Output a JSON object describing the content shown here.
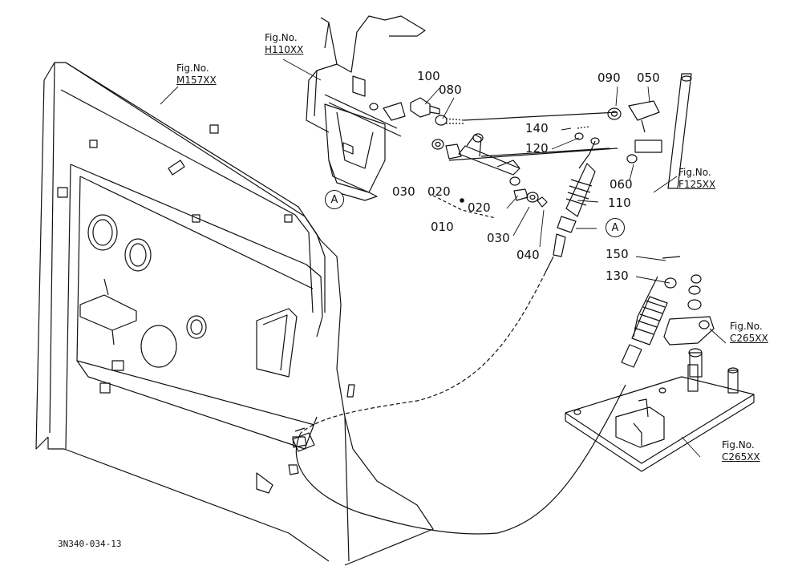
{
  "parts": {
    "p010": "010",
    "p020a": "020",
    "p020b": "020",
    "p030a": "030",
    "p030b": "030",
    "p040": "040",
    "p050": "050",
    "p060": "060",
    "p080": "080",
    "p090": "090",
    "p100": "100",
    "p110": "110",
    "p120": "120",
    "p130": "130",
    "p140": "140",
    "p150": "150"
  },
  "figure_refs": {
    "h110": {
      "fig": "Fig.No.",
      "code": "H110XX"
    },
    "m157": {
      "fig": "Fig.No.",
      "code": "M157XX"
    },
    "f125": {
      "fig": "Fig.No.",
      "code": "F125XX"
    },
    "c265a": {
      "fig": "Fig.No.",
      "code": "C265XX"
    },
    "c265b": {
      "fig": "Fig.No.",
      "code": "C265XX"
    }
  },
  "callouts": {
    "a1": "A",
    "a2": "A"
  },
  "drawing_number": "3N340-034-13"
}
